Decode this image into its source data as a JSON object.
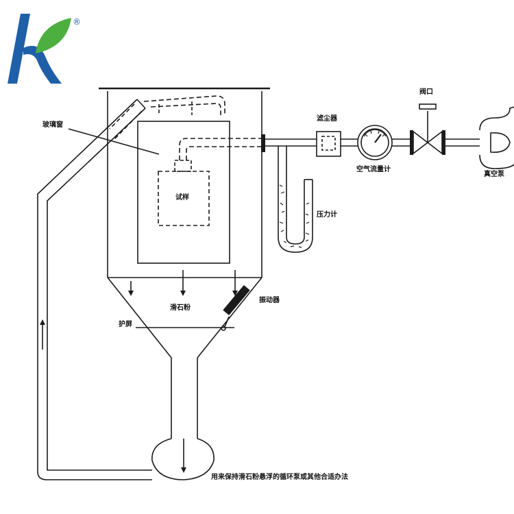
{
  "brand": {
    "logo_letter": "K",
    "registered_mark": "®",
    "logo_blue": "#1f5fa8",
    "logo_green": "#4caf3f"
  },
  "labels": {
    "glass_window": "玻璃窗",
    "sample": "试样",
    "talc_powder": "滑石粉",
    "shield": "护屏",
    "vibrator": "振动器",
    "dust_filter": "滤尘器",
    "air_flow_meter": "空气流量计",
    "valve": "阀口",
    "vacuum_pump": "真空泵",
    "pressure_gauge": "压力计",
    "circulation_note": "用来保持滑石粉悬浮的循环泵或其他合适办法"
  },
  "colors": {
    "line": "#1a1a1a",
    "background": "#ffffff"
  }
}
